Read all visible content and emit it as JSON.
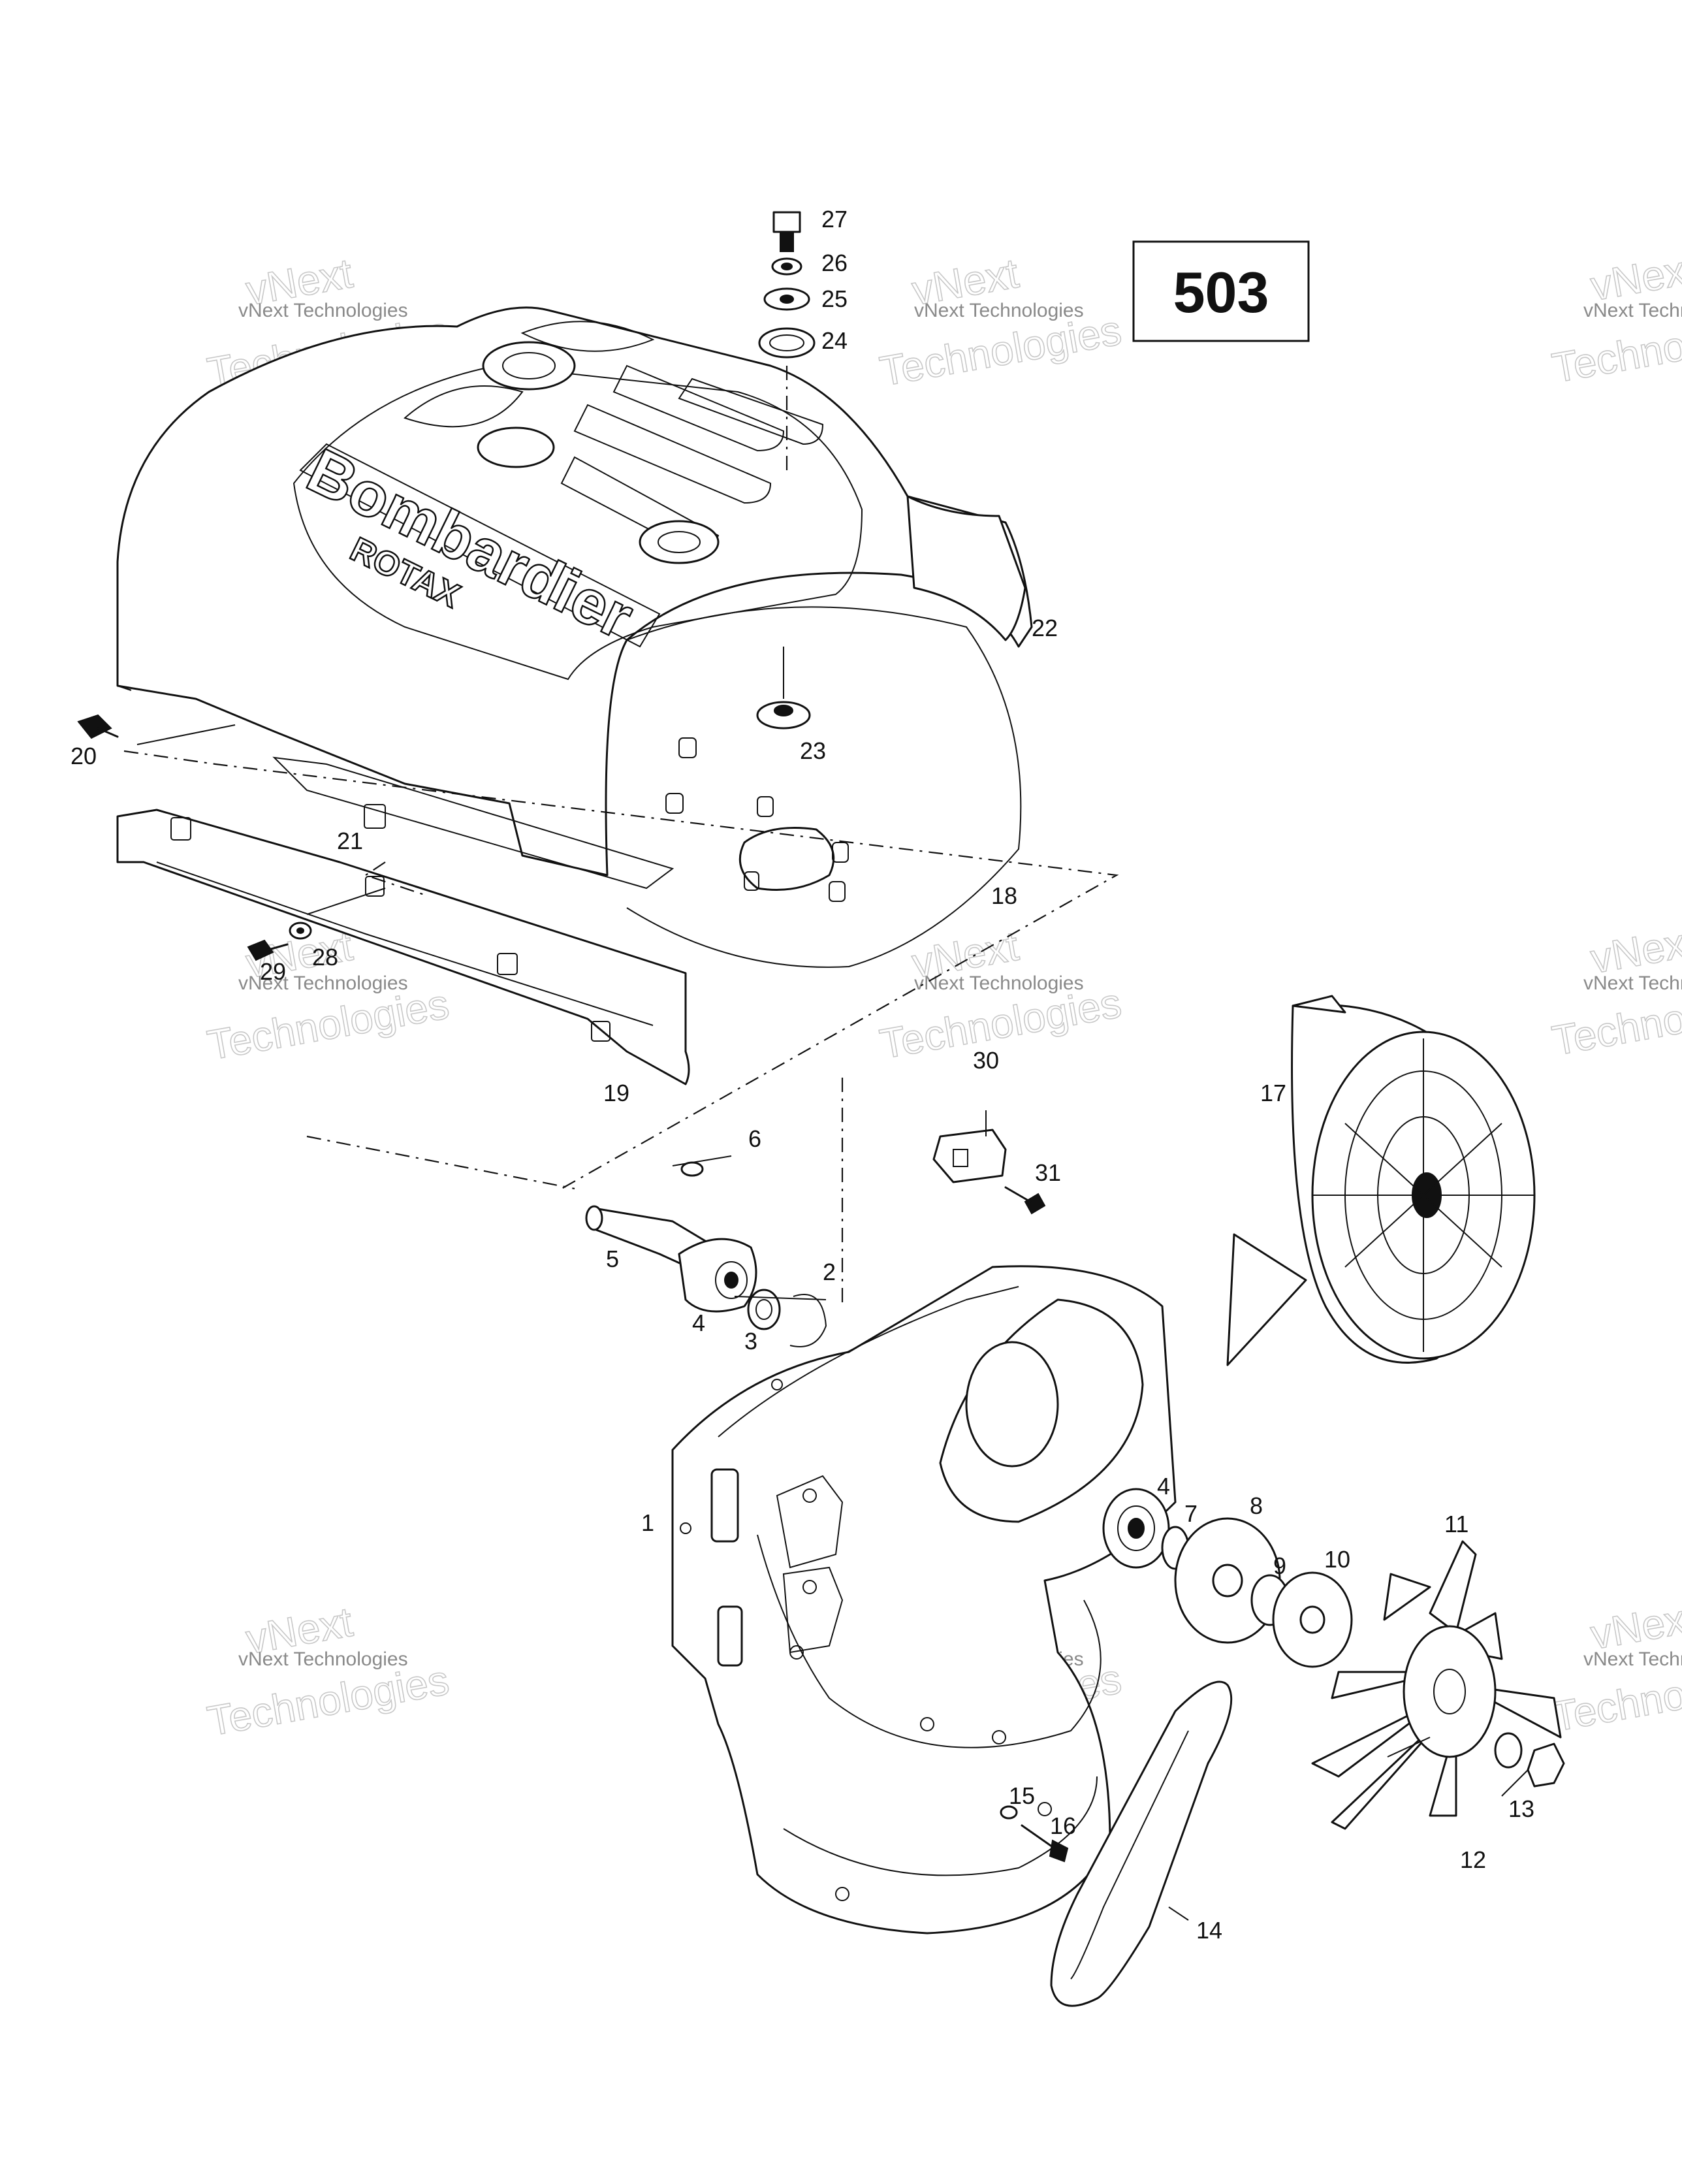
{
  "diagram_number": "503",
  "brand": {
    "main": "Bombardier",
    "sub": "ROTAX"
  },
  "watermark": {
    "top": "vNext",
    "middle": "vNext Technologies",
    "bottom": "Technologies"
  },
  "callouts": {
    "c1": "1",
    "c2": "2",
    "c3": "3",
    "c4a": "4",
    "c4b": "4",
    "c5": "5",
    "c6": "6",
    "c7": "7",
    "c8": "8",
    "c9": "9",
    "c10": "10",
    "c11": "11",
    "c12": "12",
    "c13": "13",
    "c14": "14",
    "c15": "15",
    "c16": "16",
    "c17": "17",
    "c18": "18",
    "c19": "19",
    "c20": "20",
    "c21": "21",
    "c22": "22",
    "c23": "23",
    "c24": "24",
    "c25": "25",
    "c26": "26",
    "c27": "27",
    "c28": "28",
    "c29": "29",
    "c30": "30",
    "c31": "31"
  }
}
